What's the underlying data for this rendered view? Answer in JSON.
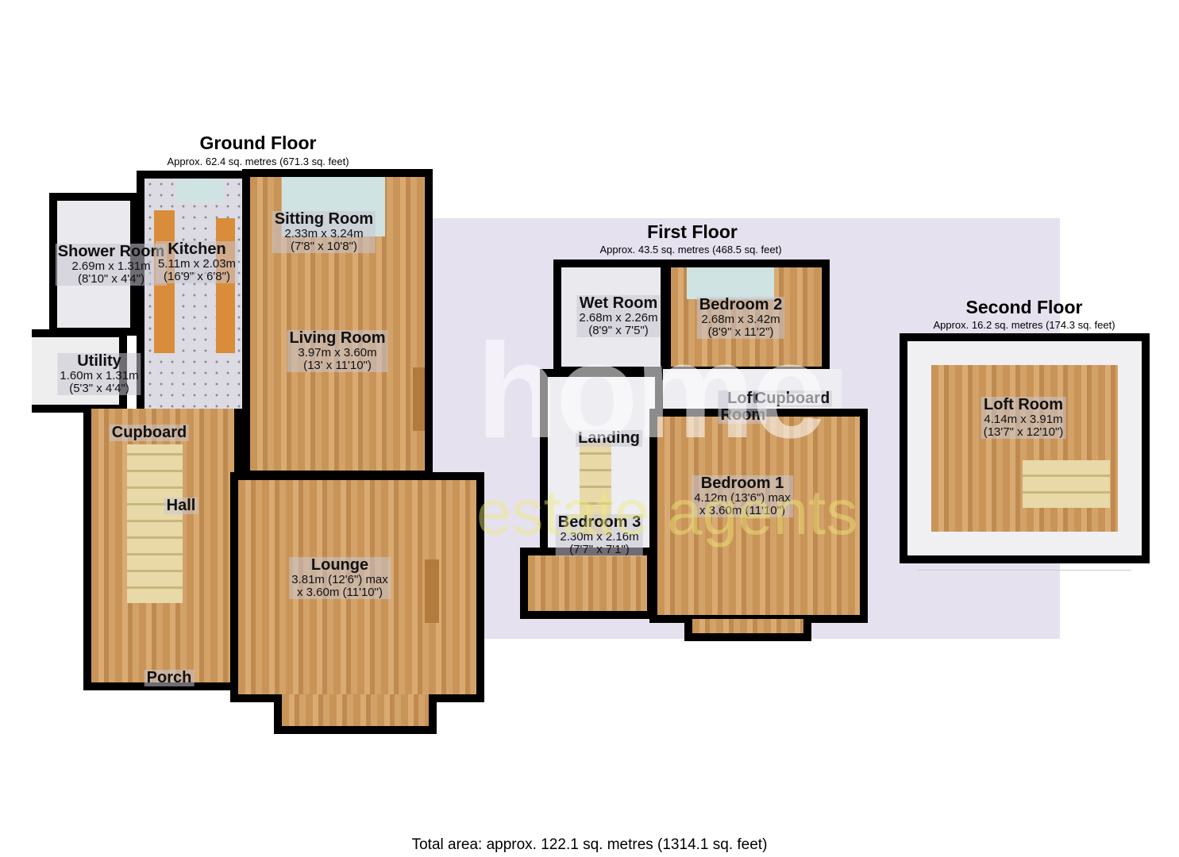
{
  "ground_floor": {
    "title": "Ground Floor",
    "area": "Approx. 62.4 sq. metres (671.3 sq. feet)",
    "rooms": [
      {
        "name": "Shower Room",
        "dims": "2.69m x 1.31m",
        "imperial": "(8'10\" x 4'4\")"
      },
      {
        "name": "Kitchen",
        "dims": "5.11m x 2.03m",
        "imperial": "(16'9\" x 6'8\")"
      },
      {
        "name": "Sitting Room",
        "dims": "2.33m x 3.24m",
        "imperial": "(7'8\" x 10'8\")"
      },
      {
        "name": "Living Room",
        "dims": "3.97m x 3.60m",
        "imperial": "(13' x 11'10\")"
      },
      {
        "name": "Utility",
        "dims": "1.60m x 1.31m",
        "imperial": "(5'3\" x 4'4\")"
      },
      {
        "name": "Cupboard"
      },
      {
        "name": "Hall"
      },
      {
        "name": "Lounge",
        "dims": "3.81m (12'6\") max",
        "imperial": "x 3.60m (11'10\")"
      },
      {
        "name": "Porch"
      }
    ]
  },
  "first_floor": {
    "title": "First Floor",
    "area": "Approx. 43.5 sq. metres (468.5 sq. feet)",
    "rooms": [
      {
        "name": "Wet Room",
        "dims": "2.68m x 2.26m",
        "imperial": "(8'9\" x 7'5\")"
      },
      {
        "name": "Bedroom 2",
        "dims": "2.68m x 3.42m",
        "imperial": "(8'9\" x 11'2\")"
      },
      {
        "name": "Loft Room"
      },
      {
        "name": "Cupboard"
      },
      {
        "name": "Landing"
      },
      {
        "name": "Bedroom 1",
        "dims": "4.12m (13'6\") max",
        "imperial": "x 3.60m (11'10\")"
      },
      {
        "name": "Bedroom 3",
        "dims": "2.30m x 2.16m",
        "imperial": "(7'7\" x 7'1\")"
      }
    ]
  },
  "second_floor": {
    "title": "Second Floor",
    "area": "Approx. 16.2 sq. metres (174.3 sq. feet)",
    "rooms": [
      {
        "name": "Loft Room",
        "dims": "4.14m x 3.91m",
        "imperial": "(13'7\" x 12'10\")"
      }
    ]
  },
  "watermark": {
    "line1": "home",
    "line2": "estate agents"
  },
  "total_area": "Total area: approx. 122.1 sq. metres (1314.1 sq. feet)"
}
